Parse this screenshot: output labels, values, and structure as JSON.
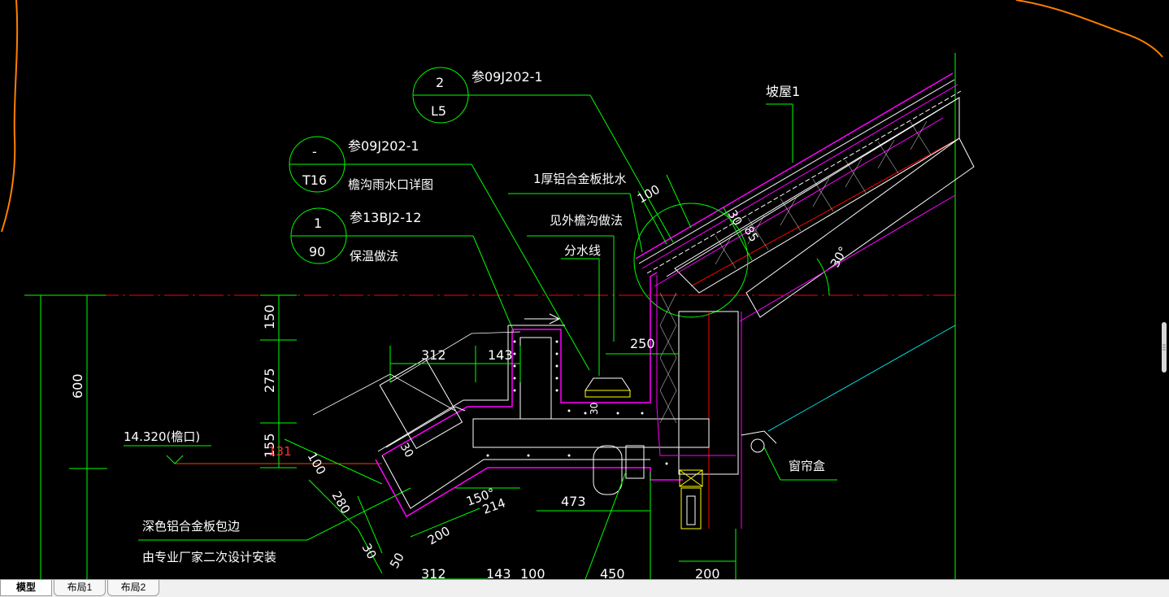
{
  "colors": {
    "background": "#000000",
    "dimension": "#00ff00",
    "outline": "#ffffff",
    "magenta": "#ff00ff",
    "hatch": "#ffff00",
    "axis": "#ff0000",
    "orange": "#ff7f00",
    "cyan": "#00ffff"
  },
  "callouts": {
    "c1": {
      "top": "2",
      "bottom": "L5",
      "ref": "参09J202-1"
    },
    "c2": {
      "top": "-",
      "bottom": "T16",
      "ref": "参09J202-1",
      "desc": "檐沟雨水口详图"
    },
    "c3": {
      "top": "1",
      "bottom": "90",
      "ref": "参13BJ2-12",
      "desc": "保温做法"
    }
  },
  "labels": {
    "slope_roof": "坡屋1",
    "aluminum_flashing": "1厚铝合金板批水",
    "gutter_method": "见外檐沟做法",
    "water_divide": "分水线",
    "eave_elevation": "14.320(檐口)",
    "cladding_line1": "深色铝合金板包边",
    "cladding_line2": "由专业厂家二次设计安装",
    "curtain_box": "窗帘盒"
  },
  "dimensions": {
    "d600": "600",
    "d150": "150",
    "d275": "275",
    "d155": "155",
    "d312_top": "312",
    "d143_top": "143",
    "d250": "250",
    "d100_slope": "100",
    "d30": "30",
    "d85": "85",
    "ang30": "30°",
    "d30_mid": "30",
    "d100_left": "100",
    "d280": "280",
    "d30_low": "30",
    "d50": "50",
    "d200_low": "200",
    "ang150": "150°",
    "d214": "214",
    "d473": "473",
    "d131": "131",
    "d312_bot": "312",
    "d143_bot": "143",
    "d100_bot": "100",
    "d450": "450",
    "d200_bot": "200",
    "d30_small": "30"
  },
  "tabs": [
    {
      "label": "模型",
      "active": true
    },
    {
      "label": "布局1",
      "active": false
    },
    {
      "label": "布局2",
      "active": false
    }
  ]
}
